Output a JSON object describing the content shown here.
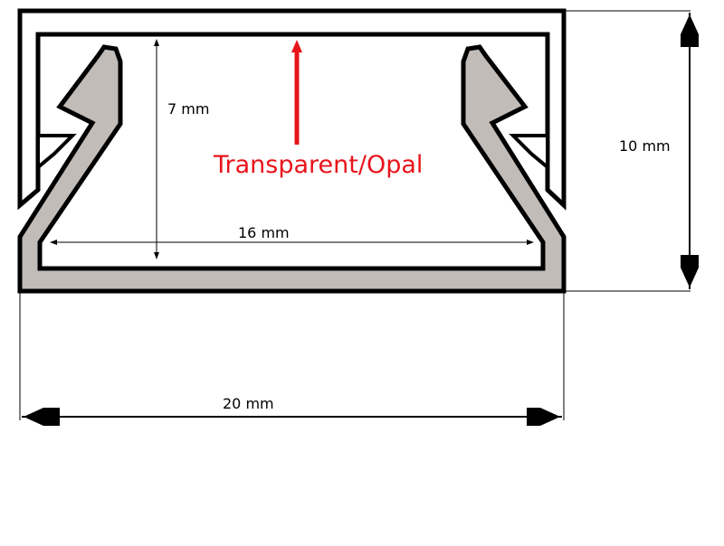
{
  "diagram": {
    "labels": {
      "inner_height": "7 mm",
      "outer_height": "10 mm",
      "inner_width": "16 mm",
      "outer_width": "20 mm",
      "cover": "Transparent/Opal"
    },
    "colors": {
      "outline": "#000000",
      "profile_fill": "#c2bcb8",
      "callout": "#e8141b",
      "background": "#ffffff"
    }
  }
}
